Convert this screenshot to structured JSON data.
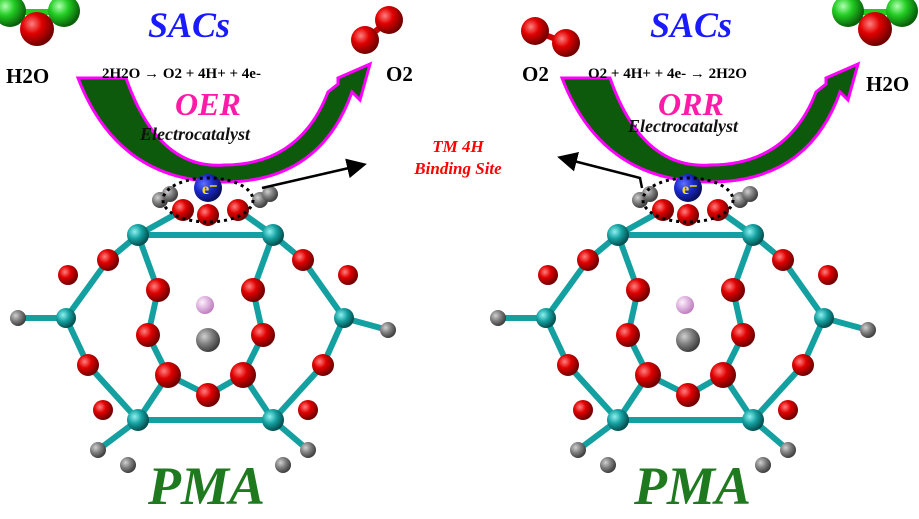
{
  "left_panel": {
    "title": "SACs",
    "reactant_label": "H2O",
    "product_label": "O2",
    "equation": "2H2O → O2 + 4H+ + 4e-",
    "reaction": "OER",
    "subtitle": "Electrocatalyst",
    "support_label": "PMA",
    "electron_label": "e-"
  },
  "right_panel": {
    "title": "SACs",
    "reactant_label": "O2",
    "product_label": "H2O",
    "equation": "O2 + 4H+ + 4e- → 2H2O",
    "reaction": "ORR",
    "subtitle": "Electrocatalyst",
    "support_label": "PMA",
    "electron_label": "e-"
  },
  "center_label": {
    "line1": "TM 4H",
    "line2": "Binding Site"
  },
  "colors": {
    "oxygen": "#e00000",
    "hydrogen": "#22cc22",
    "metal": "#1a2acc",
    "molybdenum": "#14a0a0",
    "carbon": "#808080",
    "phosphorus": "#e8a0e8",
    "arrow_fill": "#0d5a0d",
    "arrow_outline": "#ff00ff"
  }
}
